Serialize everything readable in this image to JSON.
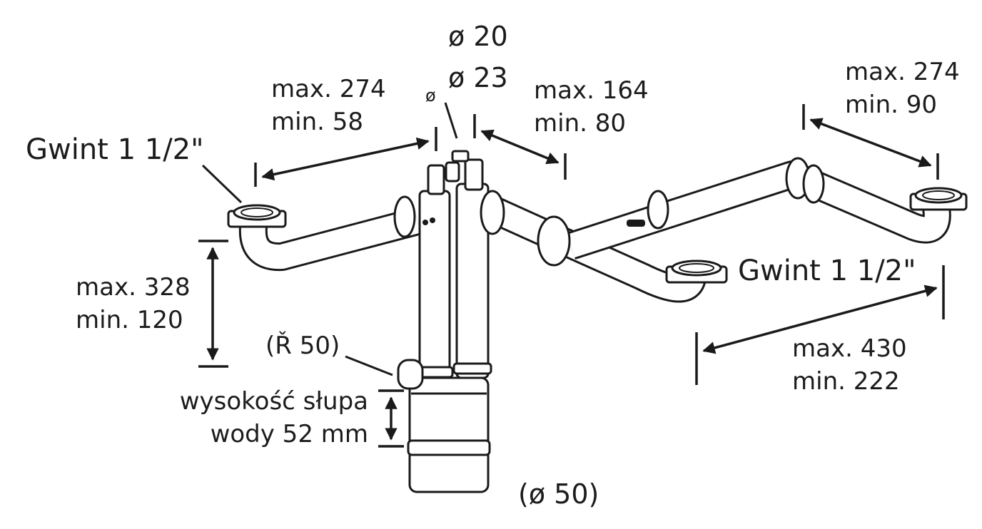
{
  "labels": {
    "thread_left": "Gwint 1 1/2\"",
    "thread_right": "Gwint 1 1/2\"",
    "dim_left_top": [
      "max. 274",
      "min. 58"
    ],
    "dim_mid_top": [
      "max. 164",
      "min. 80"
    ],
    "dim_right_top": [
      "max. 274",
      "min. 90"
    ],
    "dim_left_height": [
      "max. 328",
      "min. 120"
    ],
    "dim_right_bottom": [
      "max. 430",
      "min. 222"
    ],
    "diameter_top_1": "ø 20",
    "diameter_top_2": "ø 23",
    "diameter_small": "ø",
    "side_outlet": "(Ř 50)",
    "water_seal": [
      "wysokość słupa",
      "wody 52 mm"
    ],
    "outlet_diameter": "(ø 50)"
  },
  "colors": {
    "ink": "#1a1a1a",
    "background": "#ffffff"
  }
}
